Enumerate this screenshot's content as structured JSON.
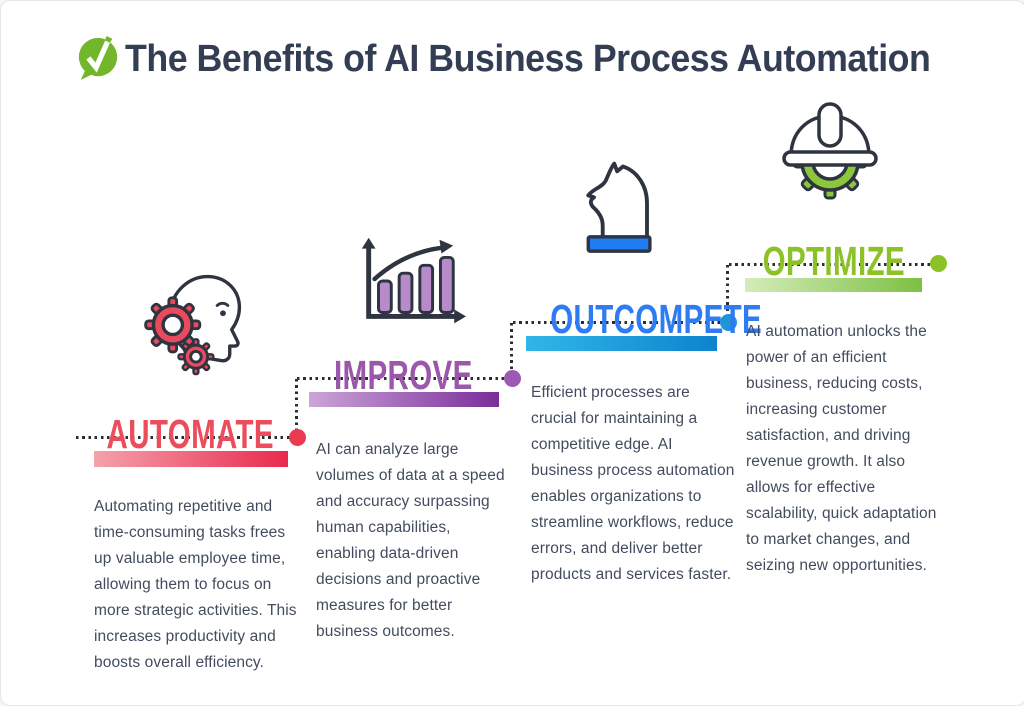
{
  "header": {
    "title": "The Benefits of AI Business Process Automation",
    "title_color": "#333e54",
    "logo": {
      "name": "speech-bubble-check-logo",
      "color": "#72b62b",
      "check_color": "#ffffff"
    }
  },
  "connector": {
    "line_color": "#2b2d31"
  },
  "steps": [
    {
      "title": "AUTOMATE",
      "icon": "head-with-gears-icon",
      "accent_color": "#ec4d5c",
      "dot_color": "#ee3a4e",
      "bar_gradient_from": "#f4a2ab",
      "bar_gradient_to": "#e82a4e",
      "description": "Automating repetitive and time-consuming tasks frees up valuable employee time, allowing them to focus on more strategic activities. This increases productivity and boosts overall efficiency."
    },
    {
      "title": "IMPROVE",
      "icon": "rising-bar-chart-icon",
      "accent_color": "#9b57a9",
      "dot_color": "#9b59b3",
      "bar_gradient_from": "#cba5d8",
      "bar_gradient_to": "#7b2c9a",
      "description": "AI can analyze large volumes of data at a speed and accuracy surpassing human capabilities, enabling data-driven decisions and proactive measures for better business outcomes."
    },
    {
      "title": "OUTCOMPETE",
      "icon": "chess-knight-icon",
      "accent_color": "#2e7cf4",
      "dot_color": "#2095d6",
      "bar_gradient_from": "#30b6e8",
      "bar_gradient_to": "#0d84cd",
      "description": "Efficient processes are crucial for maintaining a competitive edge. AI business process automa­tion enables organizations to streamline workflows, reduce errors, and deliver better products and services faster."
    },
    {
      "title": "OPTIMIZE",
      "icon": "hard-hat-gear-icon",
      "accent_color": "#8cc227",
      "dot_color": "#8cc227",
      "bar_gradient_from": "#d5ecbb",
      "bar_gradient_to": "#7cc043",
      "description": "AI automation unlocks the power of an efficient business, reducing costs, increasing customer satisfaction, and driving revenue growth. It also allows for effective scalability, quick adaptation to market changes, and seizing new opportunities."
    }
  ],
  "body_text_color": "#424c5e"
}
